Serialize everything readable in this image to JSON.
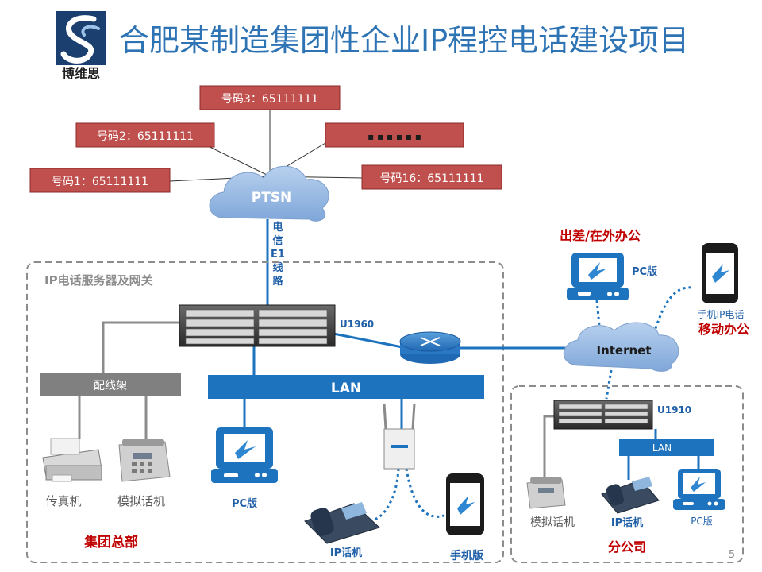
{
  "title": "合肥某制造集团性企业IP程控电话建设项目",
  "logo": {
    "icon": "boweisi-s-logo",
    "text": "博维思"
  },
  "page_number": "5",
  "numbers": [
    {
      "label": "号码3：65111111"
    },
    {
      "label": "号码2：65111111"
    },
    {
      "label": "▪ ▪ ▪ ▪ ▪ ▪"
    },
    {
      "label": "号码1：65111111"
    },
    {
      "label": "号码16：65111111"
    }
  ],
  "pstn": "PTSN",
  "e1_line": [
    "电",
    "信",
    "E1",
    "线",
    "路"
  ],
  "hq": {
    "title": "IP电话服务器及网关",
    "gateway": "U1960",
    "patch_panel": "配线架",
    "lan": "LAN",
    "fax": "传真机",
    "analog_phone": "模拟话机",
    "pc": "PC版",
    "ip_phone": "IP话机",
    "mobile": "手机版",
    "name": "集团总部"
  },
  "internet": "Internet",
  "travel": {
    "title": "出差/在外办公",
    "pc": "PC版",
    "mobile": "手机IP电话",
    "mobile_office": "移动办公"
  },
  "branch": {
    "gateway": "U1910",
    "lan": "LAN",
    "analog_phone": "模拟话机",
    "ip_phone": "IP话机",
    "pc": "PC版",
    "name": "分公司"
  },
  "colors": {
    "title": "#2e74b5",
    "number_box": "#c0504d",
    "lan": "#1e73be",
    "cloud": "#8db3e2",
    "red_text": "#c00000",
    "blue_text": "#1f5fa8",
    "dashed": "#8c8c8c"
  }
}
